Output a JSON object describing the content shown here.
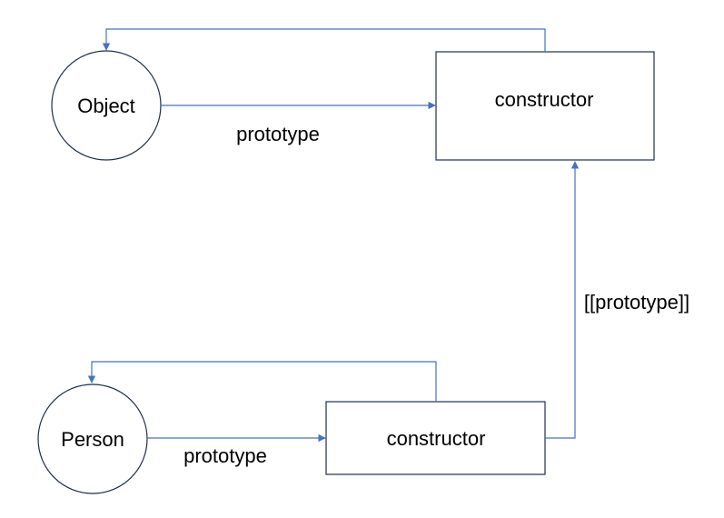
{
  "colors": {
    "arrow": "#4472C4",
    "node_stroke": "#1F2F4A",
    "text": "#000000",
    "background": "#FFFFFF"
  },
  "nodes": {
    "object": {
      "label": "Object"
    },
    "object_constructor": {
      "label": "constructor"
    },
    "person": {
      "label": "Person"
    },
    "person_constructor": {
      "label": "constructor"
    }
  },
  "edges": {
    "object_prototype": {
      "label": "prototype"
    },
    "person_prototype": {
      "label": "prototype"
    },
    "person_proto_link": {
      "label": "[[prototype]]"
    }
  }
}
